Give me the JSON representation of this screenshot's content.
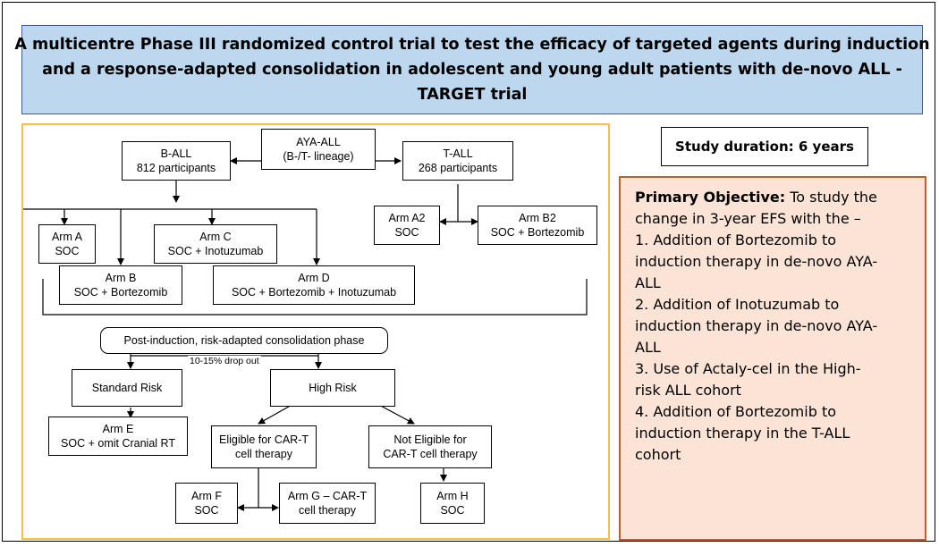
{
  "title": {
    "lines": [
      "A multicentre Phase III randomized control trial to test the efficacy of targeted agents during induction",
      "and a response-adapted consolidation in adolescent and young adult patients with de-novo ALL -",
      "TARGET trial"
    ]
  },
  "flowchart": {
    "aya": [
      "AYA-ALL",
      "(B-/T- lineage)"
    ],
    "ball": [
      "B-ALL",
      "812 participants"
    ],
    "tall": [
      "T-ALL",
      "268 participants"
    ],
    "armA": [
      "Arm A",
      "SOC"
    ],
    "armB": [
      "Arm B",
      "SOC + Bortezomib"
    ],
    "armC": [
      "Arm C",
      "SOC + Inotuzumab"
    ],
    "armD": [
      "Arm D",
      "SOC + Bortezomib + Inotuzumab"
    ],
    "armA2": [
      "Arm A2",
      "SOC"
    ],
    "armB2": [
      "Arm B2",
      "SOC + Bortezomib"
    ],
    "consolidation": "Post-induction, risk-adapted consolidation phase",
    "dropout": "10-15% drop out",
    "standard": "Standard Risk",
    "high": "High Risk",
    "armE": [
      "Arm E",
      "SOC + omit Cranial RT"
    ],
    "eligible": [
      "Eligible for CAR-T",
      "cell therapy"
    ],
    "noteligible": [
      "Not Eligible for",
      "CAR-T cell therapy"
    ],
    "armF": [
      "Arm F",
      "SOC"
    ],
    "armG": [
      "Arm G – CAR-T",
      "cell therapy"
    ],
    "armH": [
      "Arm H",
      "SOC"
    ]
  },
  "duration": "Study duration: 6 years",
  "objective": {
    "heading": "Primary Objective:",
    "lines": [
      " To study the",
      "change in 3-year EFS with the –",
      "1. Addition of Bortezomib to",
      "induction therapy in de-novo AYA-",
      "ALL",
      "2. Addition of Inotuzumab to",
      "induction therapy in de-novo AYA-",
      "ALL",
      "3. Use of Actaly-cel in the High-",
      "risk ALL cohort",
      "4. Addition of Bortezomib to",
      "induction therapy in the T-ALL",
      "cohort"
    ]
  },
  "colors": {
    "title_bg": "#bdd7ee",
    "diagram_border": "#f4c04a",
    "objective_bg": "#fbe4d6",
    "objective_border": "#c55a2a"
  }
}
